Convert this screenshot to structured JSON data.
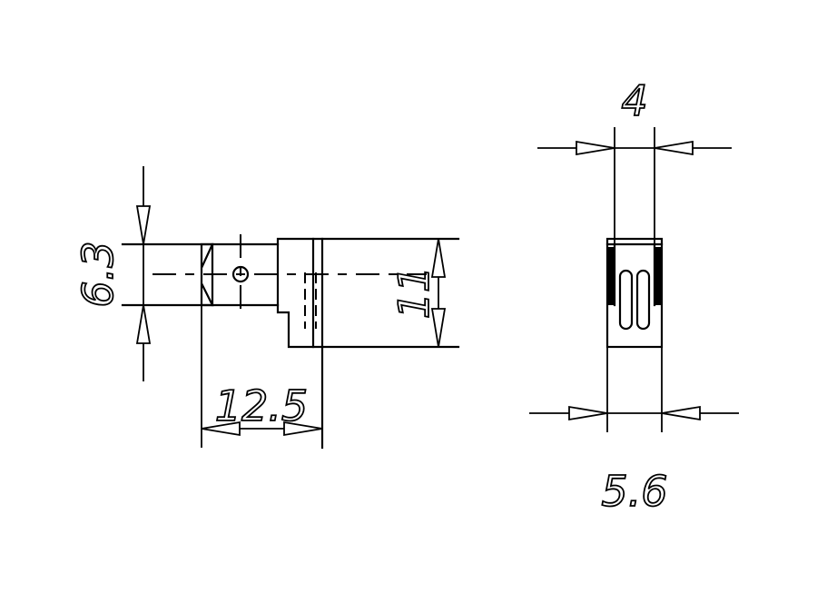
{
  "dimensions": {
    "height_left": "6.3",
    "length": "12.5",
    "height_right": "11",
    "slot_width": "4",
    "total_width": "5.6"
  }
}
